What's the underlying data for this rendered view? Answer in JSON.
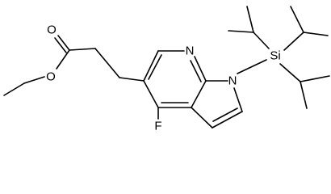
{
  "structure": {
    "atoms": {
      "O_carbonyl": "O",
      "O_ester": "O",
      "N_pyridine": "N",
      "N_pyrrole": "N",
      "Si": "Si",
      "F": "F"
    }
  }
}
